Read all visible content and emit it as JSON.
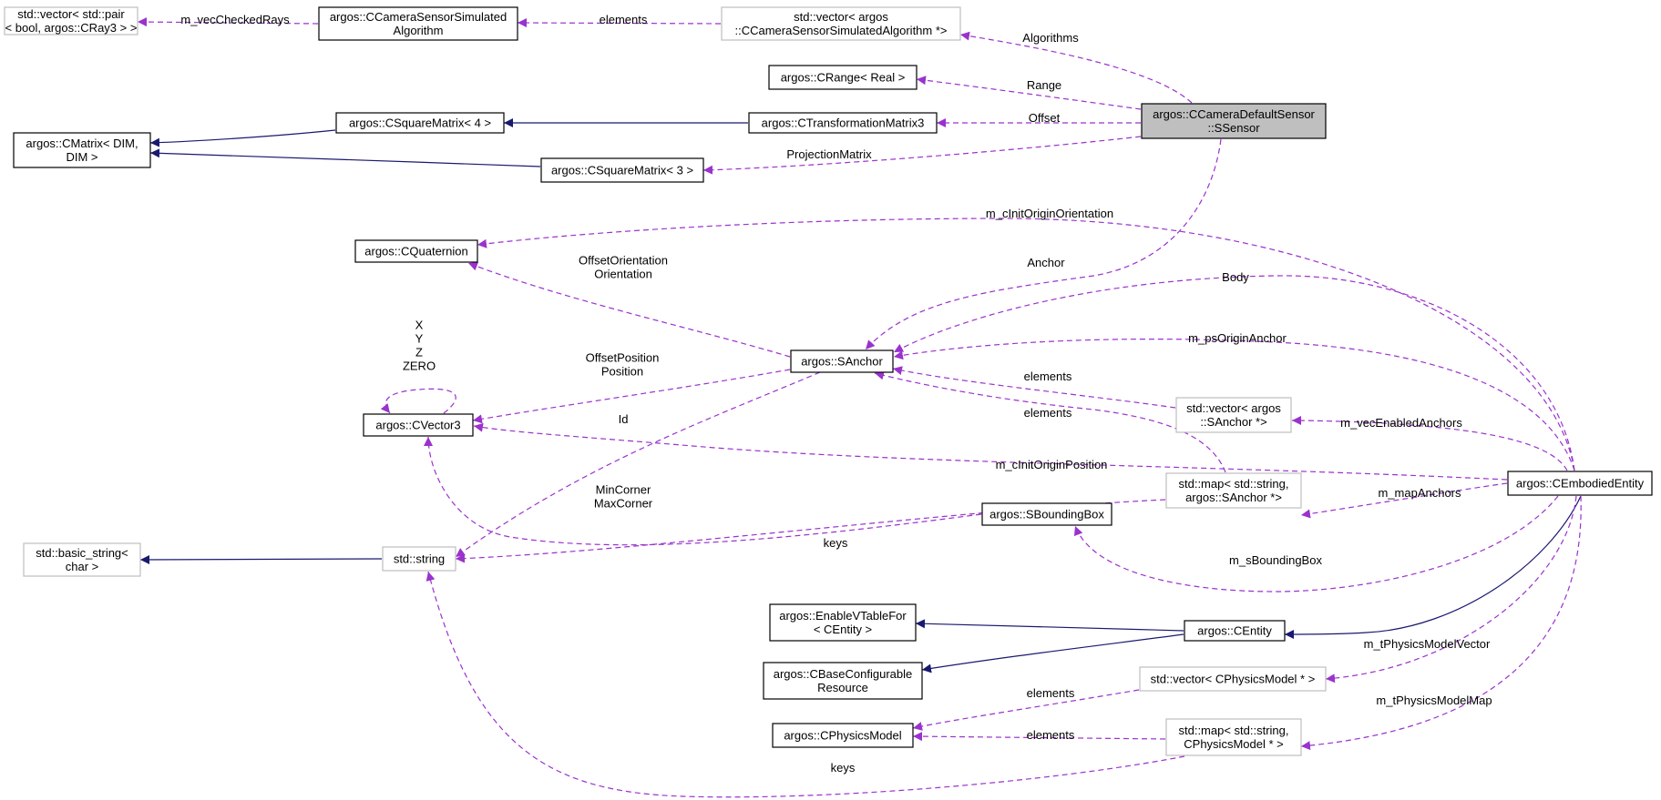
{
  "colors": {
    "inherit": "#191970",
    "use": "#9a32cd",
    "box_border": "#000000",
    "box_border_external": "#bfbfbf",
    "highlight_fill": "#bfbfbf"
  },
  "nodes": [
    {
      "id": "vec_pair",
      "lines": [
        "std::vector< std::pair",
        "< bool, argos::CRay3 > >"
      ],
      "style": "external"
    },
    {
      "id": "algo",
      "lines": [
        "argos::CCameraSensorSimulated",
        "Algorithm"
      ],
      "style": "normal"
    },
    {
      "id": "vec_algo",
      "lines": [
        "std::vector< argos",
        "::CCameraSensorSimulatedAlgorithm *>"
      ],
      "style": "external"
    },
    {
      "id": "range",
      "lines": [
        "argos::CRange< Real >"
      ],
      "style": "normal"
    },
    {
      "id": "sensor",
      "lines": [
        "argos::CCameraDefaultSensor",
        "::SSensor"
      ],
      "style": "highlight"
    },
    {
      "id": "cmatrix",
      "lines": [
        "argos::CMatrix< DIM,",
        "DIM >"
      ],
      "style": "normal"
    },
    {
      "id": "sq4",
      "lines": [
        "argos::CSquareMatrix< 4 >"
      ],
      "style": "normal"
    },
    {
      "id": "trans",
      "lines": [
        "argos::CTransformationMatrix3"
      ],
      "style": "normal"
    },
    {
      "id": "sq3",
      "lines": [
        "argos::CSquareMatrix< 3 >"
      ],
      "style": "normal"
    },
    {
      "id": "quat",
      "lines": [
        "argos::CQuaternion"
      ],
      "style": "normal"
    },
    {
      "id": "anchor",
      "lines": [
        "argos::SAnchor"
      ],
      "style": "normal"
    },
    {
      "id": "vec3",
      "lines": [
        "argos::CVector3"
      ],
      "style": "normal"
    },
    {
      "id": "vec_anchor",
      "lines": [
        "std::vector< argos",
        "::SAnchor *>"
      ],
      "style": "external"
    },
    {
      "id": "embodied",
      "lines": [
        "argos::CEmbodiedEntity"
      ],
      "style": "normal"
    },
    {
      "id": "bbox",
      "lines": [
        "argos::SBoundingBox"
      ],
      "style": "normal"
    },
    {
      "id": "map_anchor",
      "lines": [
        "std::map< std::string,",
        "argos::SAnchor *>"
      ],
      "style": "external"
    },
    {
      "id": "basic_string",
      "lines": [
        "std::basic_string<",
        "char >"
      ],
      "style": "external"
    },
    {
      "id": "string",
      "lines": [
        "std::string"
      ],
      "style": "external"
    },
    {
      "id": "vtable",
      "lines": [
        "argos::EnableVTableFor",
        "< CEntity >"
      ],
      "style": "normal"
    },
    {
      "id": "centity",
      "lines": [
        "argos::CEntity"
      ],
      "style": "normal"
    },
    {
      "id": "baseconf",
      "lines": [
        "argos::CBaseConfigurable",
        "Resource"
      ],
      "style": "normal"
    },
    {
      "id": "vec_phys",
      "lines": [
        "std::vector< CPhysicsModel * >"
      ],
      "style": "external"
    },
    {
      "id": "physmodel",
      "lines": [
        "argos::CPhysicsModel"
      ],
      "style": "normal"
    },
    {
      "id": "map_phys",
      "lines": [
        "std::map< std::string,",
        "CPhysicsModel * >"
      ],
      "style": "external"
    }
  ],
  "edges": [
    {
      "id": "e_checked",
      "kind": "use",
      "lines": [
        "m_vecCheckedRays"
      ]
    },
    {
      "id": "e_algo_elements",
      "kind": "use",
      "lines": [
        "elements"
      ]
    },
    {
      "id": "e_algorithms",
      "kind": "use",
      "lines": [
        "Algorithms"
      ]
    },
    {
      "id": "e_range",
      "kind": "use",
      "lines": [
        "Range"
      ]
    },
    {
      "id": "e_offset",
      "kind": "use",
      "lines": [
        "Offset"
      ]
    },
    {
      "id": "e_projection",
      "kind": "use",
      "lines": [
        "ProjectionMatrix"
      ]
    },
    {
      "id": "e_sq4_cmatrix",
      "kind": "inherit",
      "lines": []
    },
    {
      "id": "e_trans_sq4",
      "kind": "inherit",
      "lines": []
    },
    {
      "id": "e_sq3_cmatrix",
      "kind": "inherit",
      "lines": []
    },
    {
      "id": "e_init_orient",
      "kind": "use",
      "lines": [
        "m_cInitOriginOrientation"
      ]
    },
    {
      "id": "e_anchor_quat",
      "kind": "use",
      "lines": [
        "OffsetOrientation",
        "Orientation"
      ]
    },
    {
      "id": "e_anchor",
      "kind": "use",
      "lines": [
        "Anchor"
      ]
    },
    {
      "id": "e_body",
      "kind": "use",
      "lines": [
        "Body"
      ]
    },
    {
      "id": "e_ps_origin",
      "kind": "use",
      "lines": [
        "m_psOriginAnchor"
      ]
    },
    {
      "id": "e_vec3_self",
      "kind": "use",
      "lines": [
        "X",
        "Y",
        "Z",
        "ZERO"
      ]
    },
    {
      "id": "e_anchor_vec3",
      "kind": "use",
      "lines": [
        "OffsetPosition",
        "Position"
      ]
    },
    {
      "id": "e_vecanchor_elements",
      "kind": "use",
      "lines": [
        "elements"
      ]
    },
    {
      "id": "e_mapanchor_elements",
      "kind": "use",
      "lines": [
        "elements"
      ]
    },
    {
      "id": "e_id",
      "kind": "use",
      "lines": [
        "Id"
      ]
    },
    {
      "id": "e_enabled",
      "kind": "use",
      "lines": [
        "m_vecEnabledAnchors"
      ]
    },
    {
      "id": "e_init_pos",
      "kind": "use",
      "lines": [
        "m_cInitOriginPosition"
      ]
    },
    {
      "id": "e_bbox_vec3",
      "kind": "use",
      "lines": [
        "MinCorner",
        "MaxCorner"
      ]
    },
    {
      "id": "e_map_anchors",
      "kind": "use",
      "lines": [
        "m_mapAnchors"
      ]
    },
    {
      "id": "e_keys1",
      "kind": "use",
      "lines": [
        "keys"
      ]
    },
    {
      "id": "e_sbbox",
      "kind": "use",
      "lines": [
        "m_sBoundingBox"
      ]
    },
    {
      "id": "e_string_basic",
      "kind": "inherit",
      "lines": []
    },
    {
      "id": "e_centity_vtable",
      "kind": "inherit",
      "lines": []
    },
    {
      "id": "e_centity_baseconf",
      "kind": "inherit",
      "lines": []
    },
    {
      "id": "e_embodied_centity",
      "kind": "inherit",
      "lines": []
    },
    {
      "id": "e_phys_vector",
      "kind": "use",
      "lines": [
        "m_tPhysicsModelVector"
      ]
    },
    {
      "id": "e_phys_map",
      "kind": "use",
      "lines": [
        "m_tPhysicsModelMap"
      ]
    },
    {
      "id": "e_vecphys_elements",
      "kind": "use",
      "lines": [
        "elements"
      ]
    },
    {
      "id": "e_mapphys_elements",
      "kind": "use",
      "lines": [
        "elements"
      ]
    },
    {
      "id": "e_keys2",
      "kind": "use",
      "lines": [
        "keys"
      ]
    }
  ]
}
